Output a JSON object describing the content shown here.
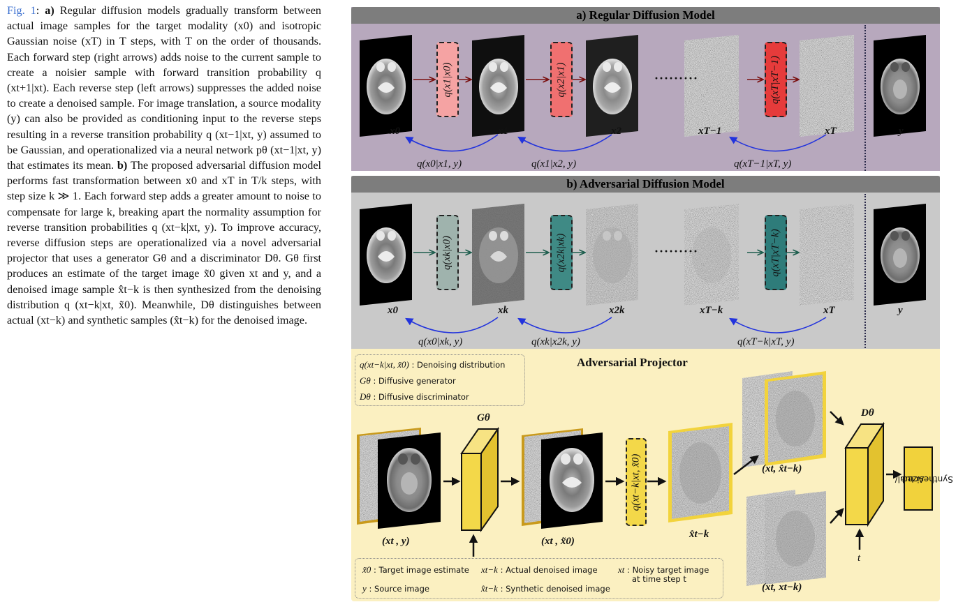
{
  "caption": {
    "fig_ref": "Fig. 1",
    "part_a_marker": "a)",
    "part_a_text": "Regular diffusion models gradually transform between actual image samples for the target modality (x0) and isotropic Gaussian noise (xT) in T steps, with T on the order of thousands. Each forward step (right arrows) adds noise to the current sample to create a noisier sample with forward transition probability q (xt+1|xt). Each reverse step (left arrows) suppresses the added noise to create a denoised sample. For image translation, a source modality (y) can also be provided as conditioning input to the reverse steps resulting in a reverse transition probability q (xt−1|xt, y) assumed to be Gaussian, and operationalized via a neural network pθ (xt−1|xt, y) that estimates its mean.",
    "part_b_marker": "b)",
    "part_b_text": "The proposed adversarial diffusion model performs fast transformation between x0 and xT in T/k steps, with step size k ≫ 1. Each forward step adds a greater amount to noise to compensate for large k, breaking apart the normality assumption for reverse transition probabilities q (xt−k|xt, y). To improve accuracy, reverse diffusion steps are operationalized via a novel adversarial projector that uses a generator Gθ and a discriminator Dθ. Gθ first produces an estimate of the target image x̃0 given xt and y, and a denoised image sample x̂t−k is then synthesized from the denoising distribution q (xt−k|xt, x̃0). Meanwhile, Dθ distinguishes between actual (xt−k) and synthetic samples (x̂t−k) for the denoised image."
  },
  "panel_a": {
    "title": "a) Regular Diffusion Model",
    "forward_boxes": [
      "q(x1|x0)",
      "q(x2|x1)",
      "q(xT|xT−1)"
    ],
    "image_labels": [
      "x0",
      "x1",
      "x2",
      "xT−1",
      "xT",
      "y"
    ],
    "reverse_labels": [
      "q(x0|x1, y)",
      "q(x1|x2, y)",
      "q(xT−1|xT, y)"
    ],
    "colors": {
      "box_light": "#f5a3a3",
      "box_mid": "#f06e6e",
      "box_dark": "#e63b3b",
      "bg": "#b7a8bd"
    }
  },
  "panel_b": {
    "title": "b) Adversarial Diffusion Model",
    "forward_boxes": [
      "q(xk|x0)",
      "q(x2k|xk)",
      "q(xT|xT−k)"
    ],
    "image_labels": [
      "x0",
      "xk",
      "x2k",
      "xT−k",
      "xT",
      "y"
    ],
    "reverse_labels": [
      "q(x0|xk, y)",
      "q(xk|x2k, y)",
      "q(xT−k|xT, y)"
    ],
    "colors": {
      "box_light": "#9fb3ad",
      "box_mid": "#3f8a85",
      "box_dark": "#2e7c7a",
      "bg": "#c9c9c9"
    }
  },
  "panel_c": {
    "title": "Adversarial Projector",
    "legend_top": [
      {
        "symbol": "q(xt−k|xt, x̃0)",
        "text": ": Denoising distribution"
      },
      {
        "symbol": "Gθ",
        "text": ": Diffusive generator"
      },
      {
        "symbol": "Dθ",
        "text": ": Diffusive discriminator"
      }
    ],
    "generator_label": "Gθ",
    "discriminator_label": "Dθ",
    "t_label": "t",
    "input_label": "(xt , y)",
    "gen_output_label": "(xt , x̃0)",
    "denoise_box": "q(xt−k|xt, x̃0)",
    "synth_label": "x̂t−k",
    "pair_fake_label": "(xt, x̂t−k)",
    "pair_real_label": "(xt, xt−k)",
    "output_label_1": "Actual/",
    "output_label_2": "Synthesized",
    "legend_bottom": [
      {
        "symbol": "x̃0",
        "text": ": Target image estimate"
      },
      {
        "symbol": "xt−k",
        "text": ": Actual denoised image"
      },
      {
        "symbol": "xt",
        "text": ": Noisy target image"
      },
      {
        "symbol": "",
        "text": "at time step t"
      },
      {
        "symbol": "y",
        "text": ": Source image"
      },
      {
        "symbol": "x̂t−k",
        "text": ": Synthetic denoised image"
      }
    ],
    "colors": {
      "bg": "#fbf0c1",
      "block": "#f3d849",
      "frame": "#f2d33c",
      "frame_dark": "#c99a1c"
    }
  }
}
